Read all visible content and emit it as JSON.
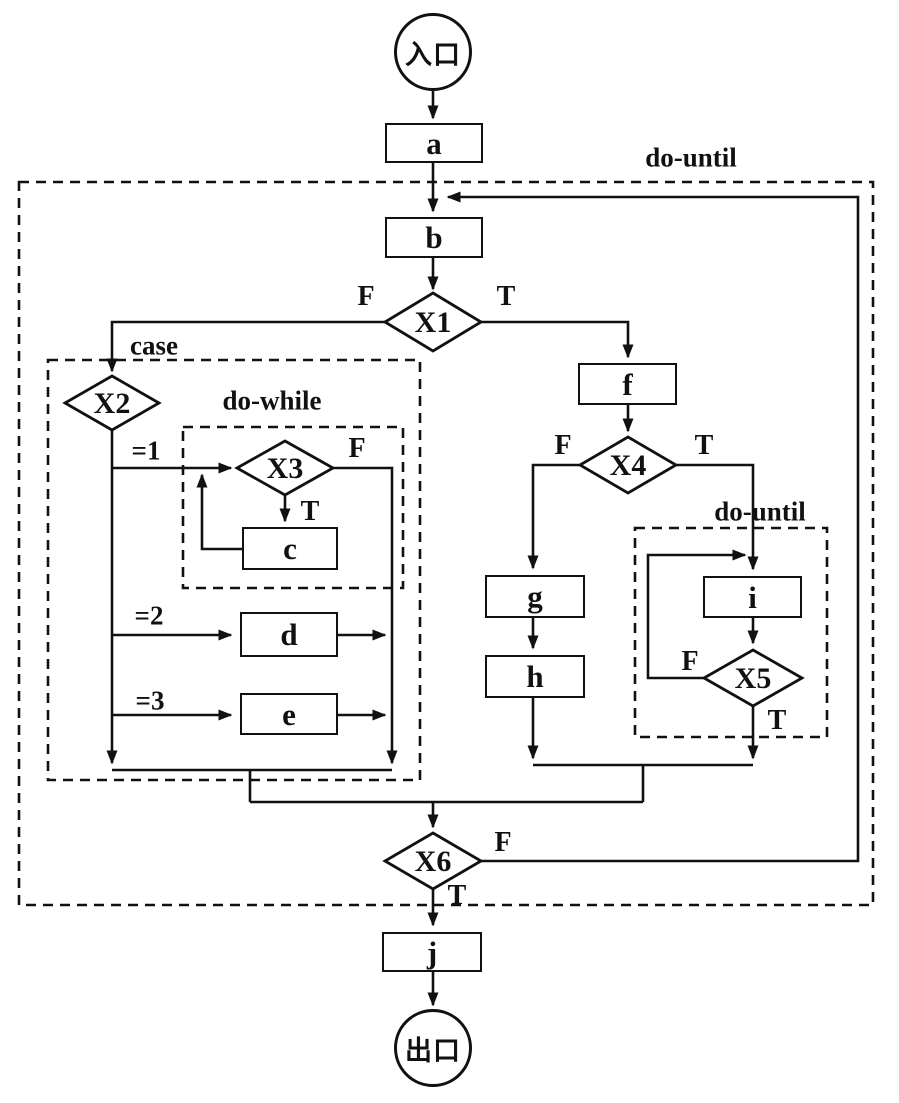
{
  "terminals": {
    "entry": "入口",
    "exit": "出口"
  },
  "boxes": {
    "a": "a",
    "b": "b",
    "c": "c",
    "d": "d",
    "e": "e",
    "f": "f",
    "g": "g",
    "h": "h",
    "i": "i",
    "j": "j"
  },
  "decisions": {
    "x1": "X1",
    "x2": "X2",
    "x3": "X3",
    "x4": "X4",
    "x5": "X5",
    "x6": "X6"
  },
  "regions": {
    "outer_do_until": "do-until",
    "case_region": "case",
    "do_while": "do-while",
    "inner_do_until": "do-until"
  },
  "branch_labels": {
    "x1_f": "F",
    "x1_t": "T",
    "x3_f": "F",
    "x3_t": "T",
    "x4_f": "F",
    "x4_t": "T",
    "x5_f": "F",
    "x5_t": "T",
    "x6_f": "F",
    "x6_t": "T",
    "case_eq1": "=1",
    "case_eq2": "=2",
    "case_eq3": "=3"
  },
  "colors": {
    "line": "#111111",
    "background": "#ffffff"
  }
}
